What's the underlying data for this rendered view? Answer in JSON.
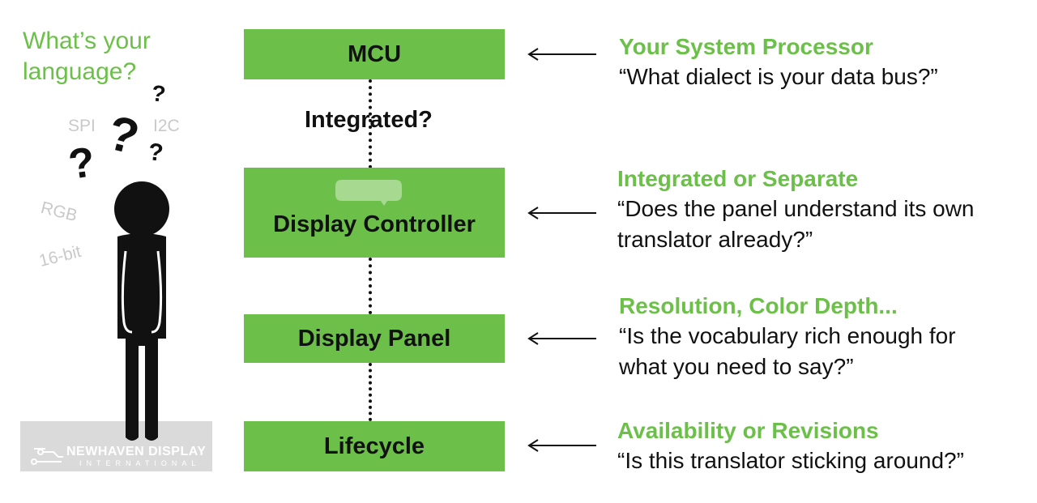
{
  "left_panel": {
    "question_line1": "What’s your",
    "question_line2": "language?",
    "bus_terms": [
      "SPI",
      "I2C",
      "RGB",
      "16-bit"
    ],
    "question_mark": "?",
    "logo": {
      "name": "NEWHAVEN DISPLAY",
      "sub": "INTERNATIONAL"
    }
  },
  "stack": {
    "mcu": "MCU",
    "integrated_label": "Integrated?",
    "display_controller": "Display Controller",
    "display_panel": "Display Panel",
    "lifecycle": "Lifecycle"
  },
  "descriptions": [
    {
      "heading": "Your System Processor",
      "quote_lines": [
        "“What dialect is your data bus?”"
      ]
    },
    {
      "heading": "Integrated or Separate",
      "quote_lines": [
        "“Does the panel understand its own",
        "translator already?”"
      ]
    },
    {
      "heading": "Resolution, Color Depth...",
      "quote_lines": [
        "“Is the vocabulary rich enough for",
        "what you need to say?”"
      ]
    },
    {
      "heading": "Availability or Revisions",
      "quote_lines": [
        "“Is this translator sticking around?”"
      ]
    }
  ],
  "colors": {
    "accent": "#6cc04a",
    "text": "#111111",
    "faint": "#c9c9c9",
    "logo_bg": "#dadada"
  }
}
